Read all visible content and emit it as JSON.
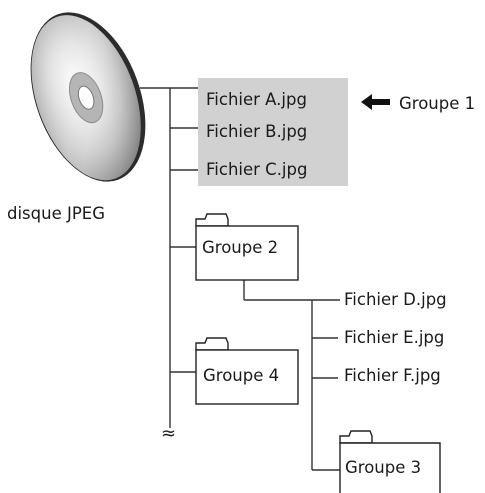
{
  "disc": {
    "label": "disque JPEG",
    "icon": "cd-disc-icon"
  },
  "root_files": [
    {
      "label": "Fichier A.jpg"
    },
    {
      "label": "Fichier B.jpg"
    },
    {
      "label": "Fichier C.jpg"
    }
  ],
  "group1": {
    "label": "Groupe 1",
    "icon": "arrow-left-icon"
  },
  "folders": {
    "group2": {
      "label": "Groupe 2",
      "icon": "folder-icon"
    },
    "group4": {
      "label": "Groupe 4",
      "icon": "folder-icon"
    },
    "group3": {
      "label": "Groupe 3",
      "icon": "folder-icon"
    }
  },
  "group2_files": [
    {
      "label": "Fichier D.jpg"
    },
    {
      "label": "Fichier E.jpg"
    },
    {
      "label": "Fichier F.jpg"
    }
  ],
  "continuation_symbol": "≈",
  "colors": {
    "highlight": "#d1d1d1",
    "line": "#333333",
    "disc_hole": "#ffffff"
  }
}
